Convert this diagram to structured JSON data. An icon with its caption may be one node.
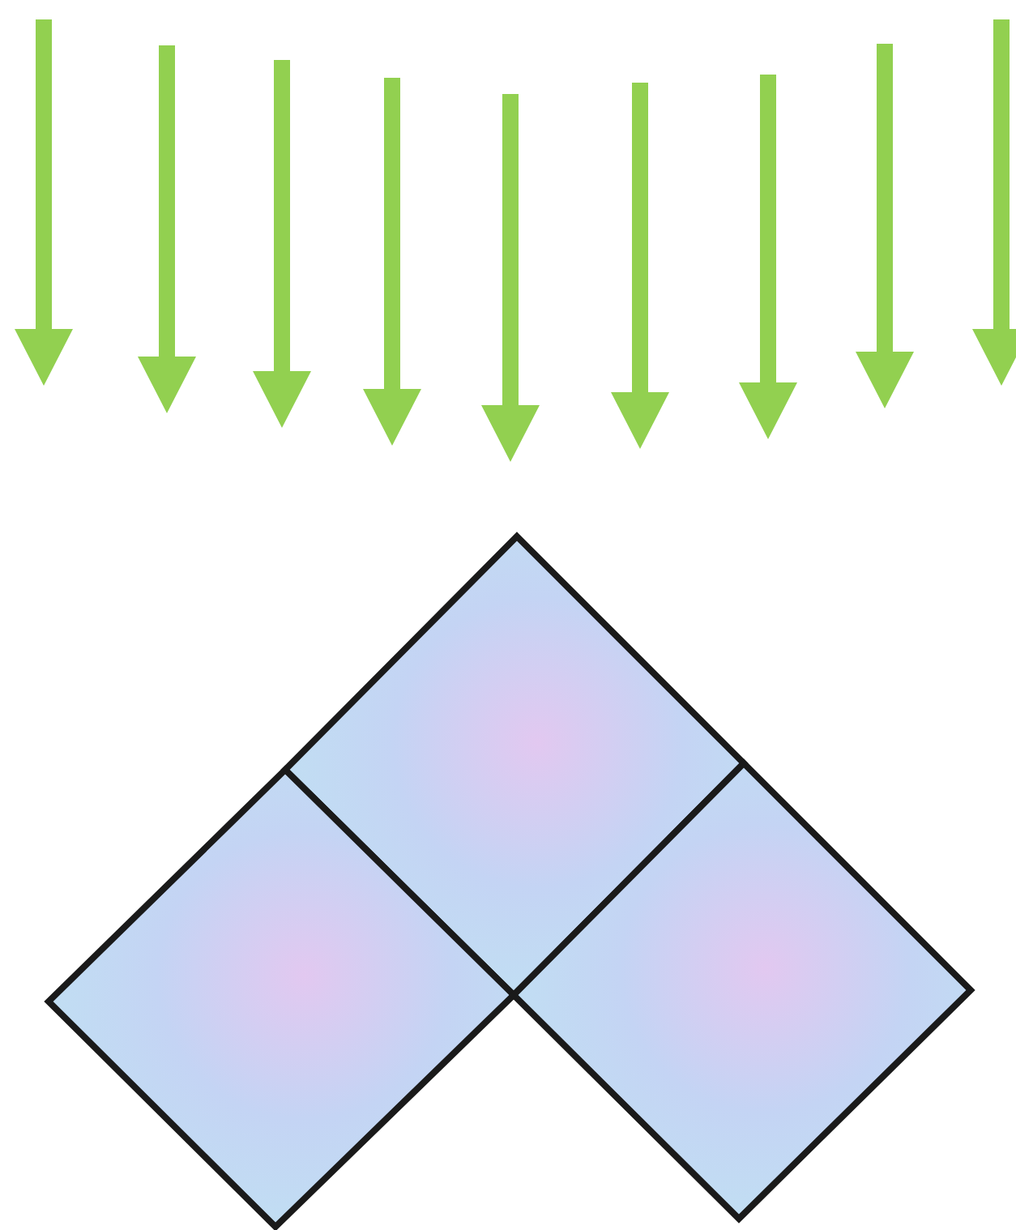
{
  "diagram": {
    "nodes": [
      {
        "text": [],
        "shape": "diamond"
      },
      {
        "text": [],
        "shape": "diamond"
      },
      {
        "text": [],
        "shape": "diamond"
      }
    ]
  }
}
